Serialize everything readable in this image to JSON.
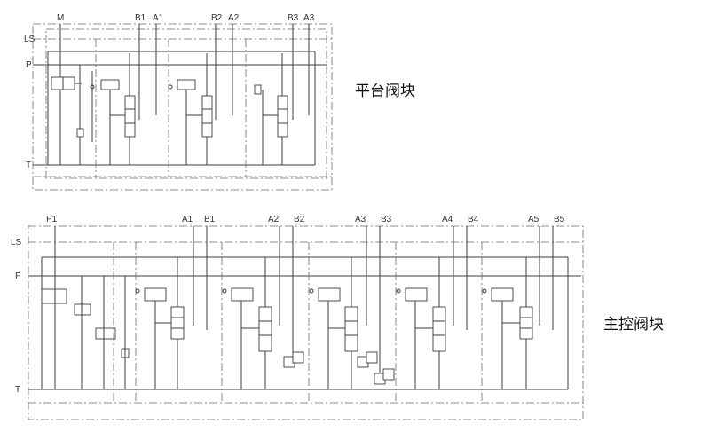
{
  "colors": {
    "line": "#3c3c3c",
    "dashed": "#6a6a6a",
    "text": "#111111",
    "background": "#ffffff"
  },
  "platform_block": {
    "title": "平台阀块",
    "side_labels": {
      "ls": "LS",
      "p": "P",
      "t": "T"
    },
    "top_ports": [
      "M",
      "B1",
      "A1",
      "B2",
      "A2",
      "B3",
      "A3"
    ]
  },
  "main_block": {
    "title": "主控阀块",
    "side_labels": {
      "ls": "LS",
      "p": "P",
      "t": "T"
    },
    "top_ports": [
      "P1",
      "A1",
      "B1",
      "A2",
      "B2",
      "A3",
      "B3",
      "A4",
      "B4",
      "A5",
      "B5"
    ]
  }
}
